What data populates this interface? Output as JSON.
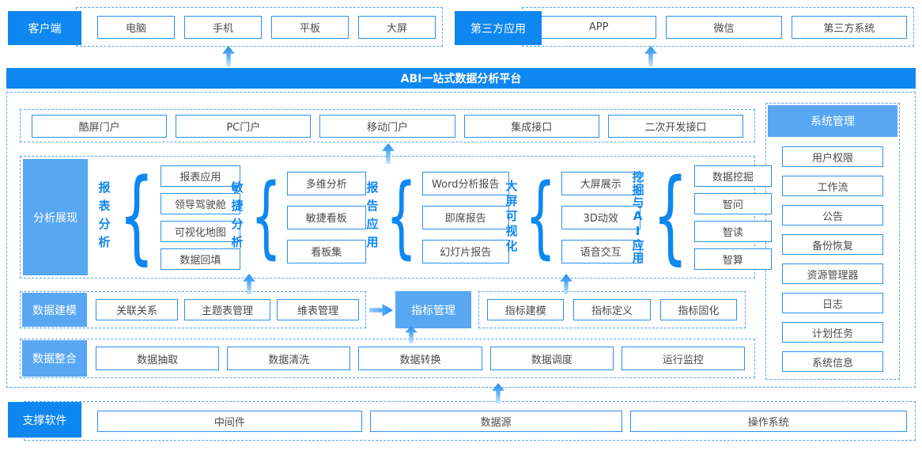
{
  "colors": {
    "primary_blue": "#0E87F0",
    "secondary_blue": "#58A7F2",
    "box_border_blue": "#2B8FF0",
    "dashed_border_blue": "#55A5F0",
    "box_text": "#4A4A4A",
    "arrow_blue": "#1E8DF2"
  },
  "top": {
    "client": {
      "label": "客户端",
      "items": [
        "电脑",
        "手机",
        "平板",
        "大屏"
      ]
    },
    "third_party": {
      "label": "第三方应用",
      "items": [
        "APP",
        "微信",
        "第三方系统"
      ]
    }
  },
  "banner": {
    "title": "ABI一站式数据分析平台"
  },
  "platform": {
    "portals": [
      "酷屏门户",
      "PC门户",
      "移动门户",
      "集成接口",
      "二次开发接口"
    ],
    "analysis": {
      "label": "分析展现",
      "groups": [
        {
          "name": "报表分析",
          "items": [
            "报表应用",
            "领导驾驶舱",
            "可视化地图",
            "数据回填"
          ]
        },
        {
          "name": "敏捷分析",
          "items": [
            "多维分析",
            "敏捷看板",
            "看板集"
          ]
        },
        {
          "name": "报告应用",
          "items": [
            "Word分析报告",
            "即席报告",
            "幻灯片报告"
          ]
        },
        {
          "name": "大屏可视化",
          "items": [
            "大屏展示",
            "3D动效",
            "语音交互"
          ]
        },
        {
          "name": "挖掘与AI应用",
          "items": [
            "数据挖掘",
            "智问",
            "智读",
            "智算"
          ]
        }
      ]
    },
    "modeling": {
      "label": "数据建模",
      "left_items": [
        "关联关系",
        "主题表管理",
        "维表管理"
      ],
      "highlight": "指标管理",
      "right_items": [
        "指标建模",
        "指标定义",
        "指标固化"
      ]
    },
    "integration": {
      "label": "数据整合",
      "items": [
        "数据抽取",
        "数据清洗",
        "数据转换",
        "数据调度",
        "运行监控"
      ]
    },
    "system": {
      "label": "系统管理",
      "items": [
        "用户权限",
        "工作流",
        "公告",
        "备份恢复",
        "资源管理器",
        "日志",
        "计划任务",
        "系统信息"
      ]
    }
  },
  "support": {
    "label": "支撑软件",
    "items": [
      "中间件",
      "数据源",
      "操作系统"
    ]
  }
}
